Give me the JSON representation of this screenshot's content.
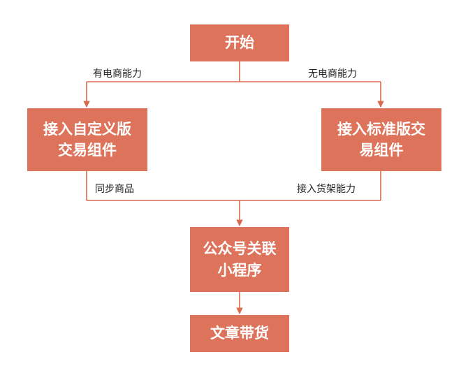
{
  "diagram": {
    "nodes": {
      "start": "开始",
      "custom": "接入自定义版\n交易组件",
      "standard": "接入标准版交\n易组件",
      "link": "公众号关联\n小程序",
      "article": "文章带货"
    },
    "edge_labels": {
      "has_ecommerce": "有电商能力",
      "no_ecommerce": "无电商能力",
      "sync_goods": "同步商品",
      "shelf": "接入货架能力"
    },
    "colors": {
      "node_fill": "#de735b",
      "node_text": "#ffffff",
      "edge": "#d9694f",
      "label_text": "#222222"
    }
  }
}
